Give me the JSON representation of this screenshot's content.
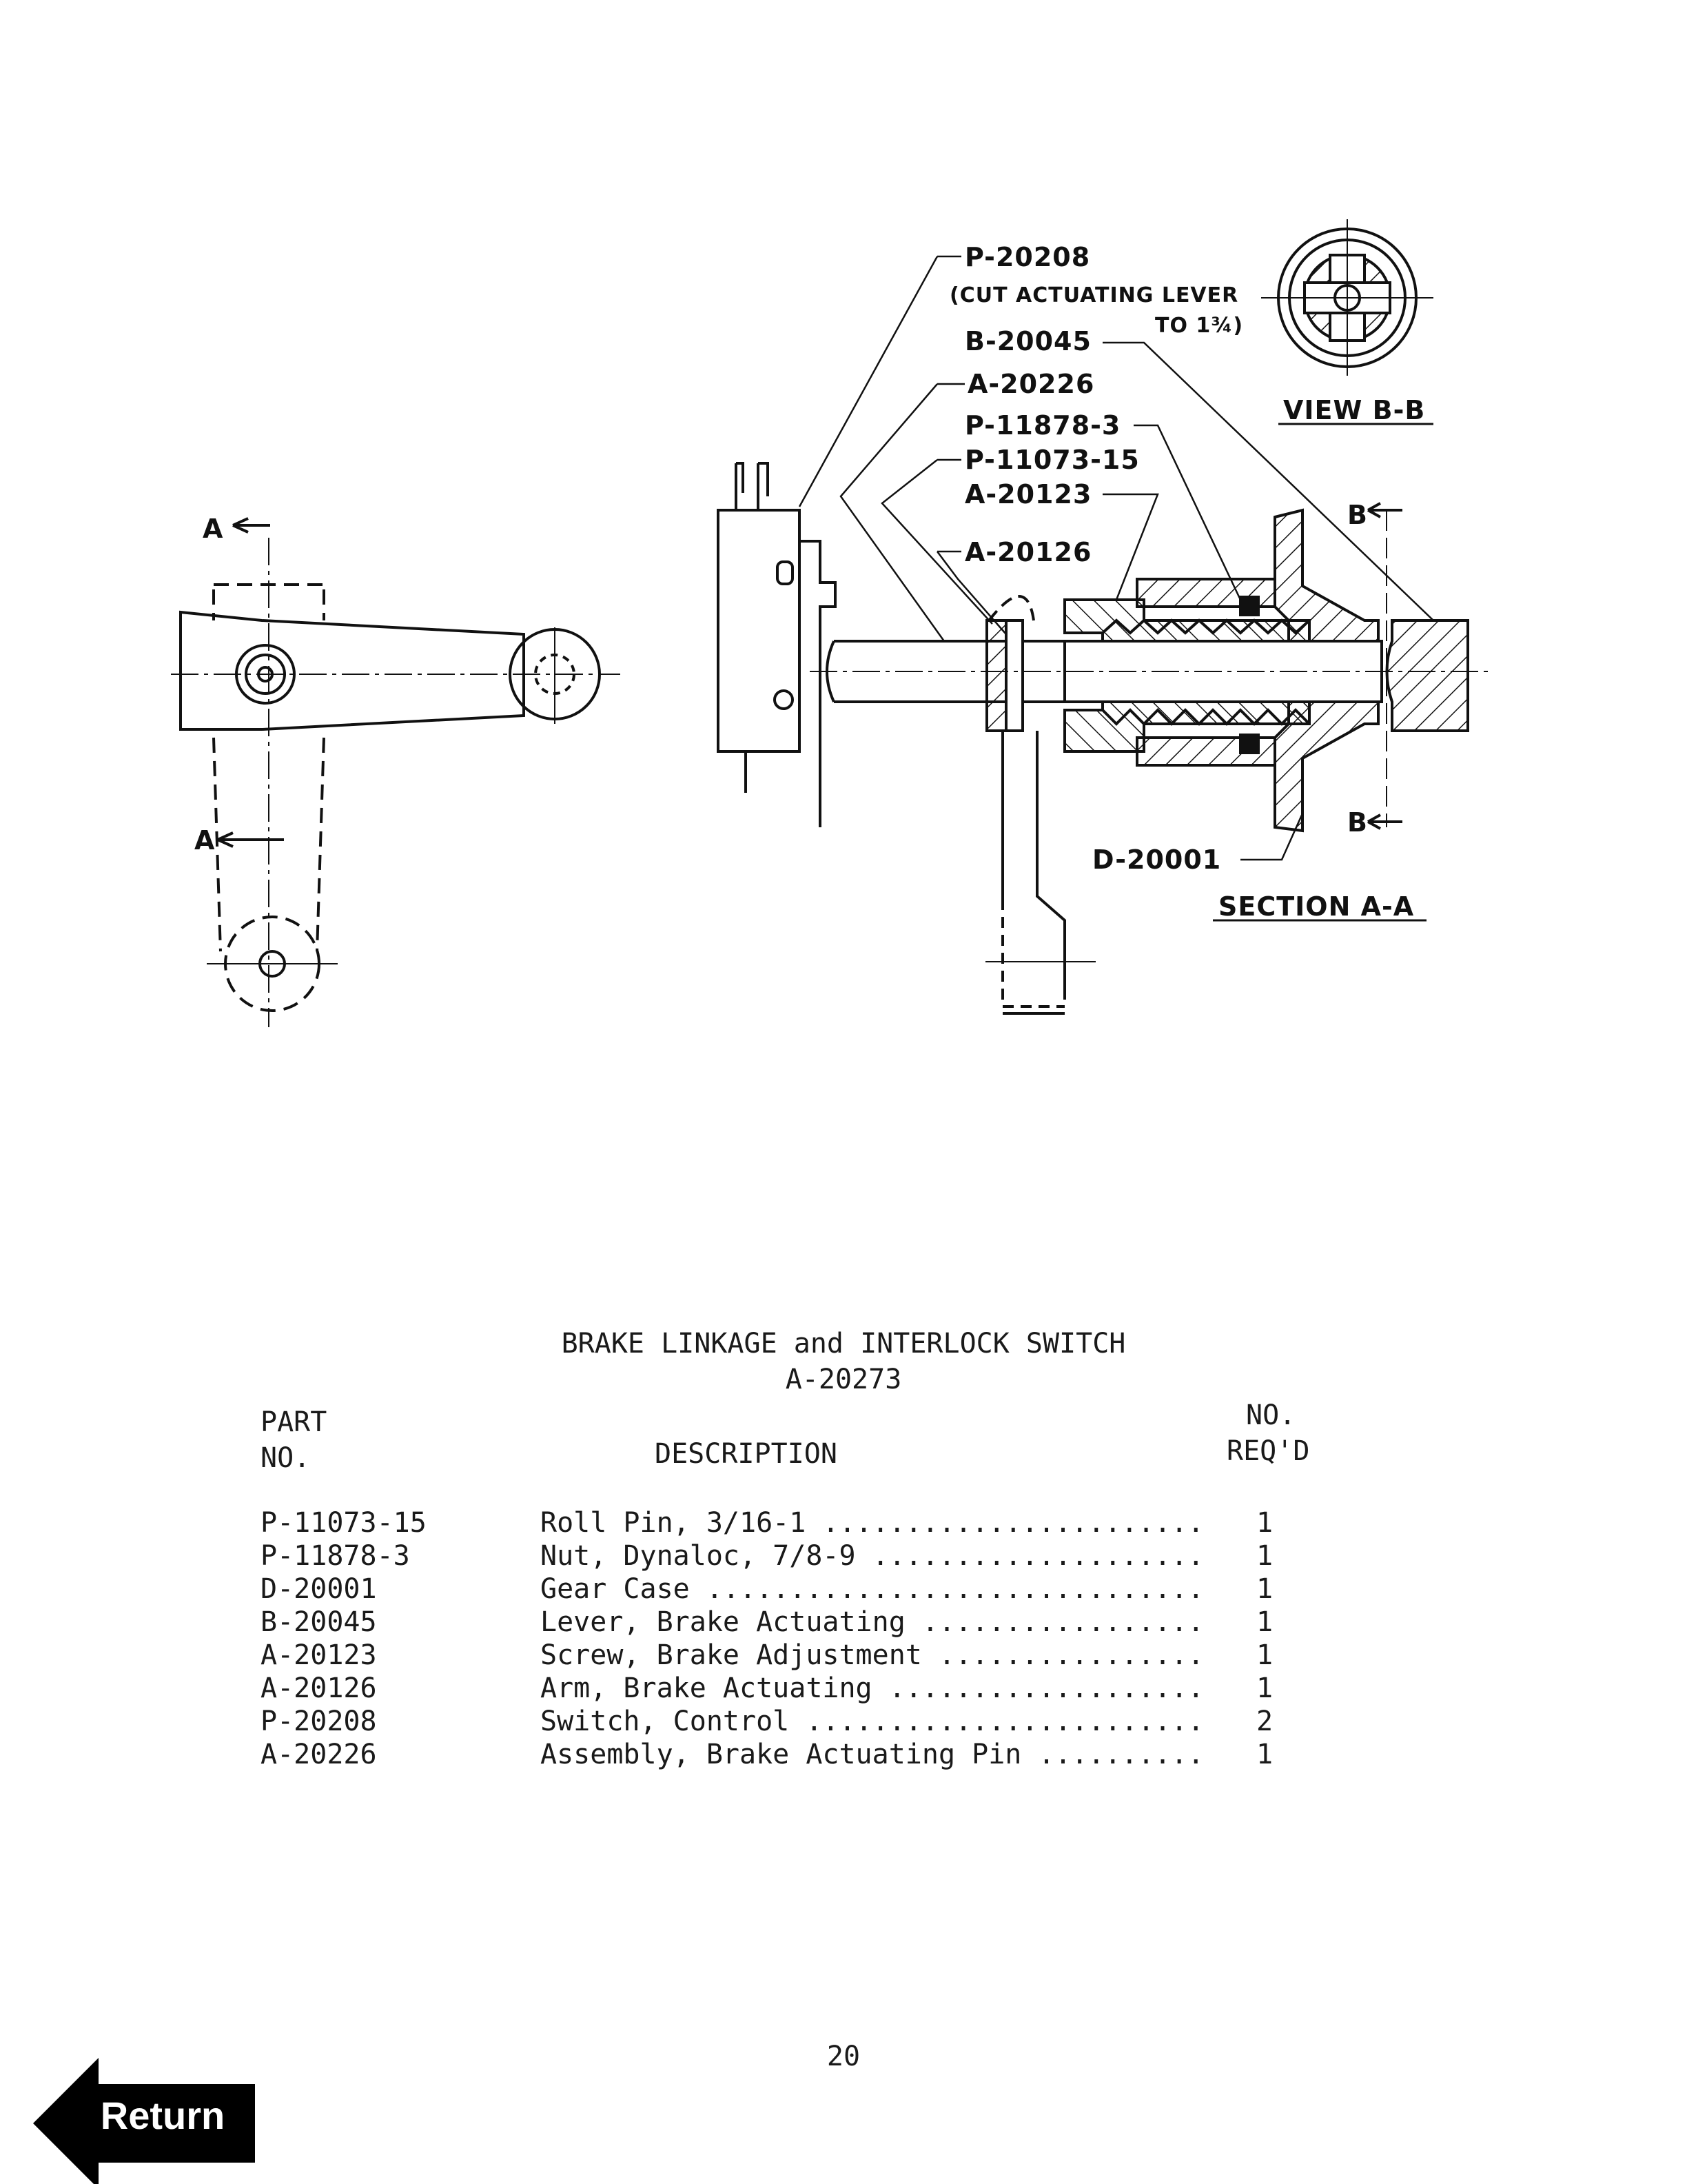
{
  "drawing": {
    "callouts": {
      "p20208": "P-20208",
      "p20208_note_1": "(CUT ACTUATING LEVER",
      "p20208_note_2": "TO 1¾)",
      "b20045": "B-20045",
      "a20226": "A-20226",
      "p11878": "P-11878-3",
      "p11073": "P-11073-15",
      "a20123": "A-20123",
      "a20126": "A-20126",
      "d20001": "D-20001"
    },
    "section_marks": {
      "a_top": "A",
      "a_bottom": "A",
      "b_top": "B",
      "b_bottom": "B"
    },
    "view_bb_label": "VIEW B-B",
    "section_aa_label": "SECTION A-A"
  },
  "parts_list": {
    "title": "BRAKE LINKAGE and INTERLOCK SWITCH",
    "assembly_no": "A-20273",
    "col_part_1": "PART",
    "col_part_2": "NO.",
    "col_desc": "DESCRIPTION",
    "col_qty_1": "NO.",
    "col_qty_2": "REQ'D",
    "rows": [
      {
        "part": "P-11073-15",
        "desc": "Roll Pin, 3/16-1",
        "qty": "1"
      },
      {
        "part": "P-11878-3",
        "desc": "Nut, Dynaloc, 7/8-9",
        "qty": "1"
      },
      {
        "part": "D-20001",
        "desc": "Gear Case",
        "qty": "1"
      },
      {
        "part": "B-20045",
        "desc": "Lever, Brake Actuating",
        "qty": "1"
      },
      {
        "part": "A-20123",
        "desc": "Screw, Brake Adjustment",
        "qty": "1"
      },
      {
        "part": "A-20126",
        "desc": "Arm, Brake Actuating",
        "qty": "1"
      },
      {
        "part": "P-20208",
        "desc": "Switch, Control",
        "qty": "2"
      },
      {
        "part": "A-20226",
        "desc": "Assembly, Brake Actuating Pin",
        "qty": "1"
      }
    ]
  },
  "page_number": "20",
  "nav": {
    "return_label": "Return"
  }
}
